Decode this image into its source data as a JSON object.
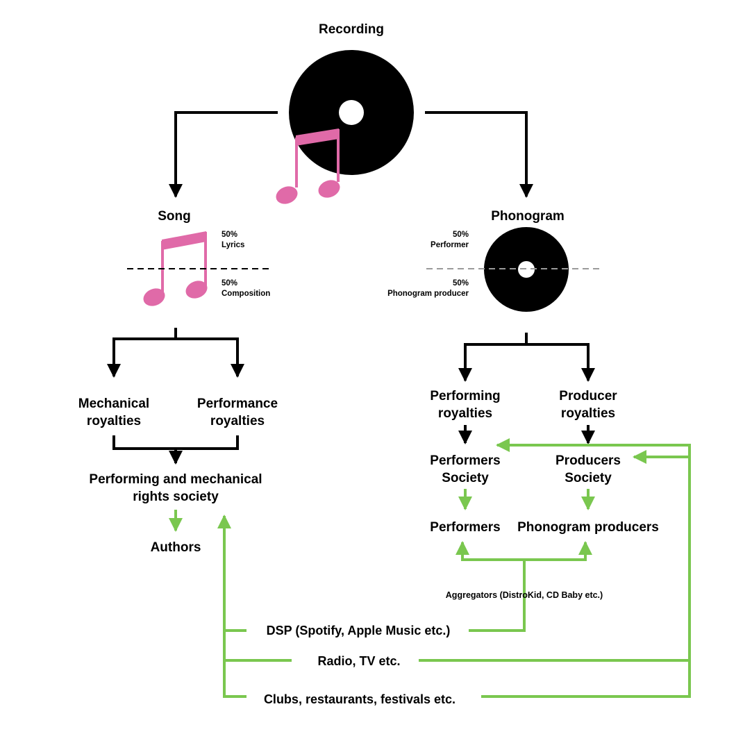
{
  "colors": {
    "ink": "#000000",
    "note": "#e06aa8",
    "flow": "#7ac74f",
    "divider_grey": "#9a9a9a"
  },
  "icons": [
    "vinyl-record-icon",
    "music-note-icon"
  ],
  "recording": {
    "title": "Recording"
  },
  "song": {
    "title": "Song",
    "upper_share": "50%",
    "upper_label": "Lyrics",
    "lower_share": "50%",
    "lower_label": "Composition"
  },
  "phonogram": {
    "title": "Phonogram",
    "upper_share": "50%",
    "upper_label": "Performer",
    "lower_share": "50%",
    "lower_label": "Phonogram producer"
  },
  "song_branch": {
    "mechanical": [
      "Mechanical",
      "royalties"
    ],
    "performance": [
      "Performance",
      "royalties"
    ],
    "society": [
      "Performing and mechanical",
      "rights society"
    ],
    "payee": "Authors"
  },
  "phonogram_branch": {
    "performing": [
      "Performing",
      "royalties"
    ],
    "producer": [
      "Producer",
      "royalties"
    ],
    "performers_society": [
      "Performers",
      "Society"
    ],
    "producers_society": [
      "Producers",
      "Society"
    ],
    "performers": "Performers",
    "producers": "Phonogram producers"
  },
  "sources": {
    "aggregators": "Aggregators (DistroKid, CD Baby etc.)",
    "dsp": "DSP (Spotify, Apple Music etc.)",
    "radio": "Radio, TV etc.",
    "clubs": "Clubs, restaurants, festivals etc."
  }
}
